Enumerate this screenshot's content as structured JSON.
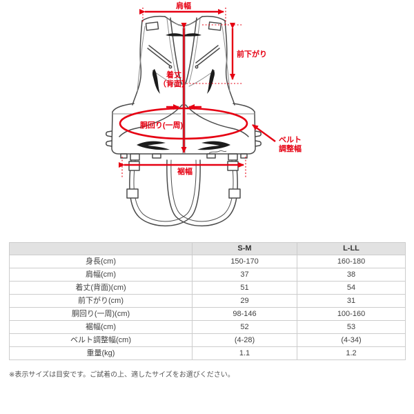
{
  "colors": {
    "accent_red": "#e60012",
    "line_art": "#4a4a4a",
    "table_header_bg": "#e2e2e2",
    "table_border": "#cccccc"
  },
  "diagram": {
    "labels": {
      "shoulder_width": "肩幅",
      "front_drop": "前下がり",
      "back_length_1": "着丈",
      "back_length_2": "（背面）",
      "girth": "胴回り(一周)",
      "belt_adjust_1": "ベルト",
      "belt_adjust_2": "調整幅",
      "hem_width": "裾幅"
    }
  },
  "size_table": {
    "header": {
      "size_sm": "S-M",
      "size_lll": "L-LL"
    },
    "rows": [
      {
        "label": "身長(cm)",
        "sm": "150-170",
        "lll": "160-180"
      },
      {
        "label": "肩幅(cm)",
        "sm": "37",
        "lll": "38"
      },
      {
        "label": "着丈(背面)(cm)",
        "sm": "51",
        "lll": "54"
      },
      {
        "label": "前下がり(cm)",
        "sm": "29",
        "lll": "31"
      },
      {
        "label": "胴回り(一周)(cm)",
        "sm": "98-146",
        "lll": "100-160"
      },
      {
        "label": "裾幅(cm)",
        "sm": "52",
        "lll": "53"
      },
      {
        "label": "ベルト調整幅(cm)",
        "sm": "(4-28)",
        "lll": "(4-34)"
      },
      {
        "label": "重量(kg)",
        "sm": "1.1",
        "lll": "1.2"
      }
    ]
  },
  "note": "※表示サイズは目安です。ご試着の上、適したサイズをお選びください。"
}
